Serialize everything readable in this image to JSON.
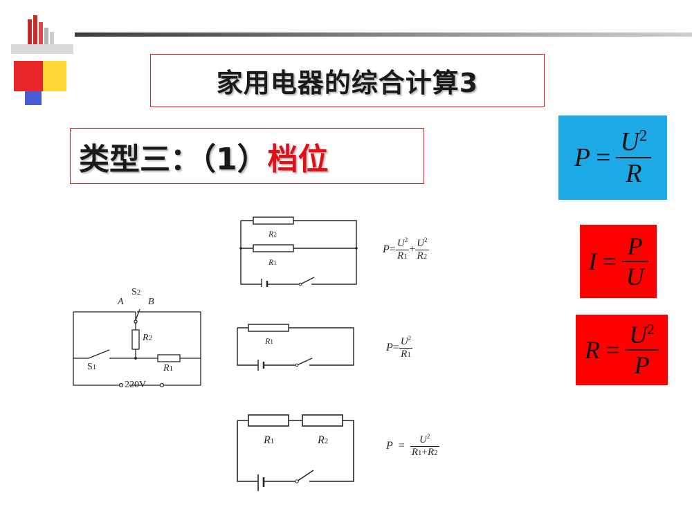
{
  "slide": {
    "title": "家用电器的综合计算3",
    "subtitle_prefix": "类型三：（1）",
    "subtitle_highlight": "档位",
    "colors": {
      "accent_red": "#e0101a",
      "box_blue": "#1ca9e6",
      "box_red": "#ff0000",
      "border_red": "#e21b1b"
    }
  },
  "formulas": {
    "power": {
      "lhs": "P",
      "eq": "=",
      "num": "U",
      "num_exp": "2",
      "den": "R"
    },
    "current": {
      "lhs": "I",
      "eq": "=",
      "num": "P",
      "den": "U"
    },
    "resistance": {
      "lhs": "R",
      "eq": "=",
      "num": "U",
      "num_exp": "2",
      "den": "P"
    }
  },
  "circuits": {
    "main": {
      "label_a": "A",
      "label_b": "B",
      "label_s2": "S",
      "label_s2_sub": "2",
      "label_s1": "S",
      "label_s1_sub": "1",
      "label_r2": "R",
      "label_r2_sub": "2",
      "label_r1": "R",
      "label_r1_sub": "1",
      "source": "220V"
    },
    "parallel": {
      "r2": "R",
      "r2_sub": "2",
      "r1": "R",
      "r1_sub": "1"
    },
    "single": {
      "r1": "R",
      "r1_sub": "1"
    },
    "series": {
      "r1": "R",
      "r1_sub": "1",
      "r2": "R",
      "r2_sub": "2"
    }
  },
  "side_formulas": {
    "parallel": {
      "lhs": "P",
      "eq": "=",
      "num1": "U",
      "exp1": "2",
      "den1": "R",
      "den1_sub": "1",
      "plus": "+",
      "num2": "U",
      "exp2": "2",
      "den2": "R",
      "den2_sub": "2"
    },
    "single": {
      "lhs": "P",
      "eq": "=",
      "num": "U",
      "exp": "2",
      "den": "R",
      "den_sub": "1"
    },
    "series": {
      "lhs": "P",
      "eq": "=",
      "num": "U",
      "exp": "2",
      "den_a": "R",
      "den_a_sub": "1",
      "plus": "+",
      "den_b": "R",
      "den_b_sub": "2"
    }
  }
}
